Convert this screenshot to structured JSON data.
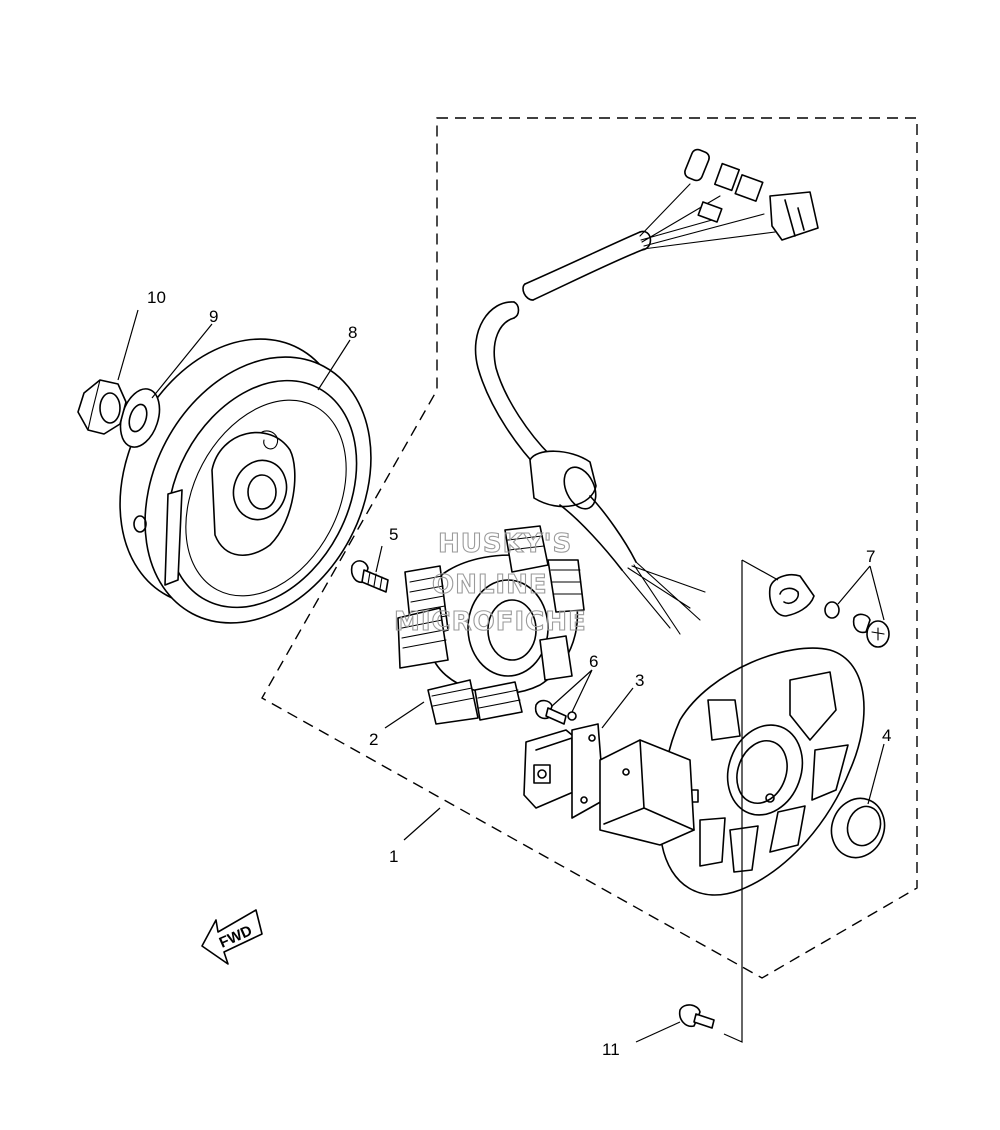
{
  "diagram": {
    "callouts": [
      {
        "id": "1",
        "text": "1"
      },
      {
        "id": "2",
        "text": "2"
      },
      {
        "id": "3",
        "text": "3"
      },
      {
        "id": "4",
        "text": "4"
      },
      {
        "id": "5",
        "text": "5"
      },
      {
        "id": "6",
        "text": "6"
      },
      {
        "id": "7",
        "text": "7"
      },
      {
        "id": "8",
        "text": "8"
      },
      {
        "id": "9",
        "text": "9"
      },
      {
        "id": "10",
        "text": "10"
      },
      {
        "id": "11",
        "text": "11"
      }
    ],
    "direction_marker": "FWD",
    "watermark": [
      "HUSKY'S",
      "ONLINE",
      "MICROFICHE"
    ]
  }
}
